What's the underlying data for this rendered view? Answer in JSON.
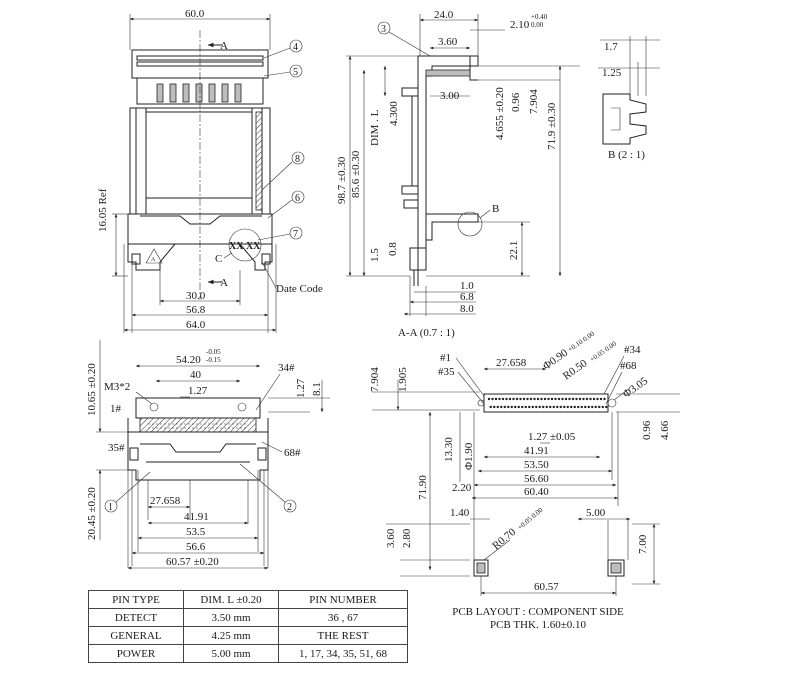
{
  "top_view": {
    "dims": {
      "width_60": "60.0",
      "width_56_8": "56.8",
      "width_64": "64.0",
      "width_30": "30.0",
      "height_16_05": "16.05 Ref"
    },
    "section_label": "A",
    "detail_label": "C",
    "marking": "XX XX",
    "date_code": "Date Code",
    "callouts": [
      "4",
      "5",
      "8",
      "6",
      "7"
    ]
  },
  "section_view": {
    "dims": {
      "d_24": "24.0",
      "d_2_10": "2.10",
      "d_2_10_tol_up": "+0.40",
      "d_2_10_tol_dn": "0.00",
      "d_3_60": "3.60",
      "d_3_00": "3.00",
      "d_4_300": "4.300",
      "dim_l": "DIM . L",
      "d_4_655": "4.655 ±0.20",
      "d_0_96": "0.96",
      "d_7_904": "7.904",
      "d_71_9": "71.9 ±0.30",
      "d_98_7": "98.7 ±0.30",
      "d_85_6": "85.6 ±0.30",
      "d_22_1": "22.1",
      "d_1_5": "1.5",
      "d_0_8": "0.8",
      "d_1_0": "1.0",
      "d_6_8": "6.8",
      "d_8_0": "8.0"
    },
    "callout": "3",
    "detail_ref": "B",
    "caption": "A-A (0.7 : 1)"
  },
  "detail_b": {
    "d_1_7": "1.7",
    "d_1_25": "1.25",
    "caption": "B (2 : 1)"
  },
  "front_view": {
    "dims": {
      "d_54_20": "54.20",
      "d_54_20_up": "-0.05",
      "d_54_20_dn": "-0.15",
      "d_40": "40",
      "d_1_27": "1.27",
      "d_10_65": "10.65 ±0.20",
      "d_1_27_v": "1.27",
      "d_8_1": "8.1",
      "d_20_45": "20.45 ±0.20",
      "d_27_658": "27.658",
      "d_41_91": "41.91",
      "d_53_5": "53.5",
      "d_56_6": "56.6",
      "d_60_57": "60.57 ±0.20"
    },
    "labels": {
      "m3": "M3*2",
      "p1": "1#",
      "p34": "34#",
      "p35": "35#",
      "p68": "68#"
    },
    "callouts": [
      "1",
      "2"
    ]
  },
  "pcb_layout": {
    "dims": {
      "d_7_904": "7.904",
      "d_1_905": "1.905",
      "d_27_658": "27.658",
      "d_phi_090": "Φ0.90",
      "d_phi_090_tol": "+0.10 0.00",
      "d_r050": "R0.50",
      "d_r050_tol": "+0.05 0.00",
      "d_phi_305": "Φ3.05",
      "d_0_96": "0.96",
      "d_4_66": "4.66",
      "d_13_30": "13.30",
      "d_phi_190": "Φ1.90",
      "d_1_27": "1.27 ±0.05",
      "d_41_91": "41.91",
      "d_53_50": "53.50",
      "d_56_60": "56.60",
      "d_60_40": "60.40",
      "d_2_20": "2.20",
      "d_71_90": "71.90",
      "d_1_40": "1.40",
      "d_r070": "R0.70",
      "d_r070_tol": "+0.05 0.00",
      "d_3_60": "3.60",
      "d_2_80": "2.80",
      "d_5_00": "5.00",
      "d_7_00": "7.00",
      "d_60_57": "60.57"
    },
    "labels": {
      "p1": "#1",
      "p35": "#35",
      "p34": "#34",
      "p68": "#68"
    },
    "caption_line1": "PCB LAYOUT : COMPONENT  SIDE",
    "caption_line2": "PCB THK. 1.60±0.10"
  },
  "pin_table": {
    "headers": [
      "PIN TYPE",
      "DIM. L ±0.20",
      "PIN NUMBER"
    ],
    "rows": [
      [
        "DETECT",
        "3.50 mm",
        "36 , 67"
      ],
      [
        "GENERAL",
        "4.25 mm",
        "THE REST"
      ],
      [
        "POWER",
        "5.00 mm",
        "1, 17, 34, 35, 51, 68"
      ]
    ]
  }
}
